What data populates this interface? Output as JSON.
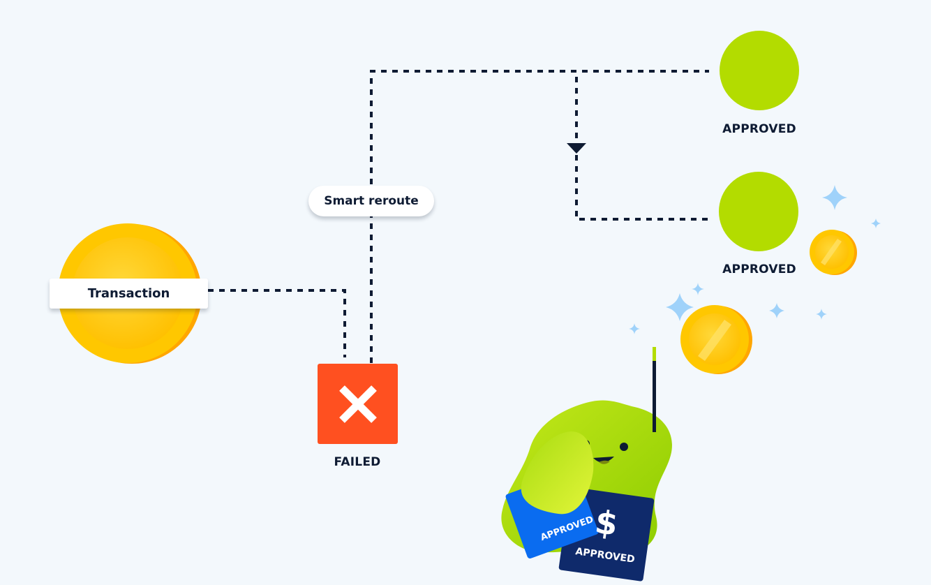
{
  "nodes": {
    "transaction": "Transaction",
    "smart_reroute": "Smart reroute",
    "failed": "FAILED",
    "approved_top": "APPROVED",
    "approved_middle": "APPROVED"
  },
  "mascot": {
    "card_blue_text": "APPROVED",
    "card_navy_text": "APPROVED",
    "currency_symbol": "$"
  },
  "colors": {
    "background": "#f3f8fc",
    "approved_green": "#b3dc00",
    "failed_red": "#ff5020",
    "coin_gold": "#ffc800",
    "ink": "#0e1b33",
    "card_blue": "#0a6cf0",
    "card_navy": "#0f2a6b",
    "sparkle": "#9fd2fa"
  },
  "icons": {
    "failed": "x-mark-icon",
    "arrow": "arrow-down-icon",
    "coin": "coin-icon",
    "sparkle": "sparkle-icon"
  }
}
